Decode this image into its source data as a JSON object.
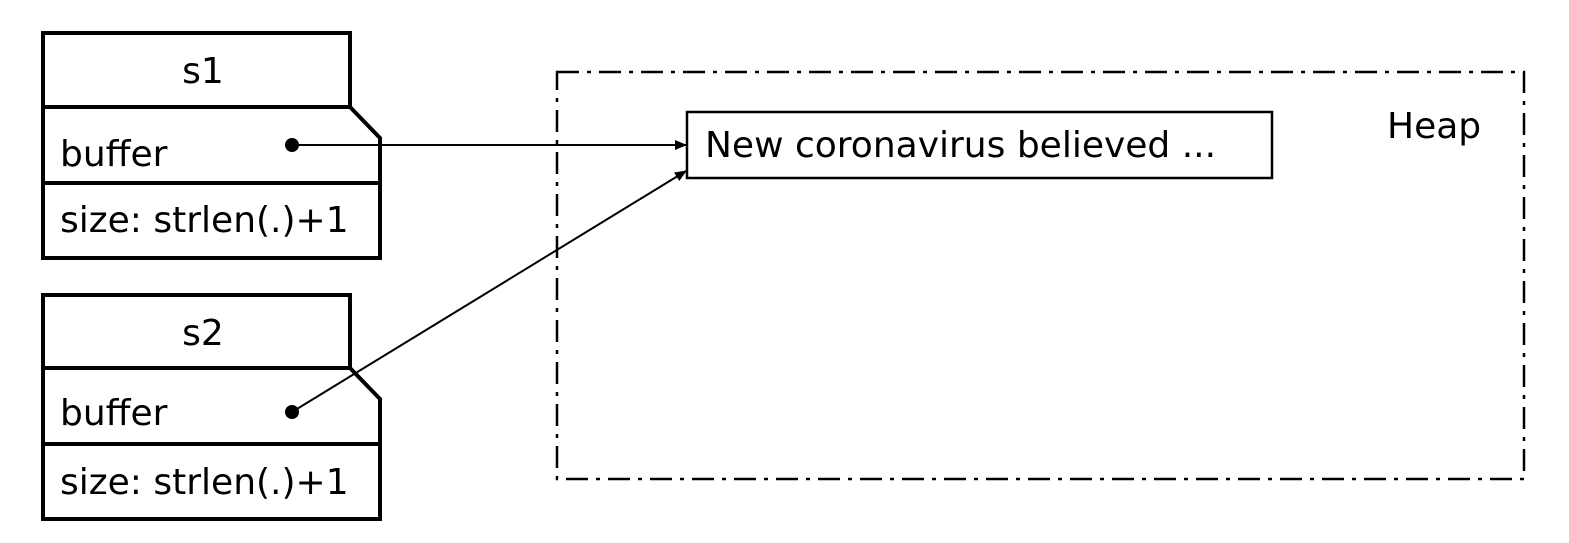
{
  "heap": {
    "label": "Heap",
    "string_value": "New coronavirus believed ..."
  },
  "structs": [
    {
      "name": "s1",
      "field_buffer": "buffer",
      "field_size": "size: strlen(.)+1"
    },
    {
      "name": "s2",
      "field_buffer": "buffer",
      "field_size": "size: strlen(.)+1"
    }
  ]
}
